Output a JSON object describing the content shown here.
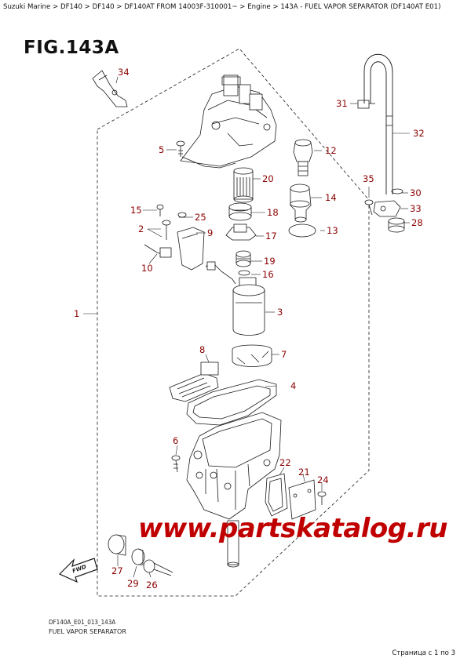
{
  "breadcrumb": "Suzuki Marine > DF140 > DF140 > DF140AT FROM 14003F-310001~ > Engine > 143A - FUEL VAPOR SEPARATOR (DF140AT E01)",
  "figure_title": "FIG.143A",
  "callouts": {
    "c1": "1",
    "c2": "2",
    "c3": "3",
    "c4": "4",
    "c5": "5",
    "c6": "6",
    "c7": "7",
    "c8": "8",
    "c9": "9",
    "c10": "10",
    "c12": "12",
    "c13": "13",
    "c14": "14",
    "c15": "15",
    "c16": "16",
    "c17": "17",
    "c18": "18",
    "c19": "19",
    "c20": "20",
    "c21": "21",
    "c22": "22",
    "c24": "24",
    "c25": "25",
    "c26": "26",
    "c27": "27",
    "c28": "28",
    "c29": "29",
    "c30": "30",
    "c31": "31",
    "c32": "32",
    "c33": "33",
    "c34": "34",
    "c35": "35"
  },
  "fwd_label": "FWD",
  "ref_code": "DF140A_E01_013_143A",
  "caption": "Fuel Vapor Separator",
  "watermark": "www.partskatalog.ru",
  "pager": "Страница с 1 по 3",
  "colors": {
    "callout": "#8b0000",
    "watermark": "#c00000",
    "line": "#1a1a1a"
  }
}
